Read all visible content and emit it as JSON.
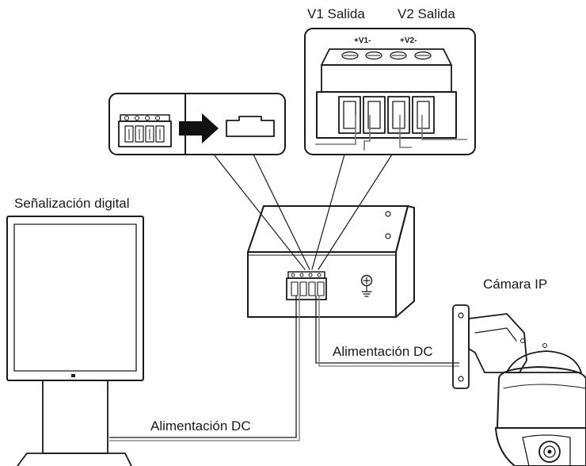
{
  "labels": {
    "v1_output": "V1 Salida",
    "v2_output": "V2 Salida",
    "v1_terminal": "+V1-",
    "v2_terminal": "+V2-",
    "digital_signage": "Señalización digital",
    "ip_camera": "Cámara IP",
    "dc_power_camera": "Alimentación DC",
    "dc_power_signage": "Alimentación DC"
  },
  "colors": {
    "line": "#1a1a1a",
    "wire": "#777777",
    "arrow": "#111111",
    "background": "#ffffff"
  },
  "icons": {
    "connector_insert": "arrow-right-icon",
    "ground": "ground-icon"
  }
}
